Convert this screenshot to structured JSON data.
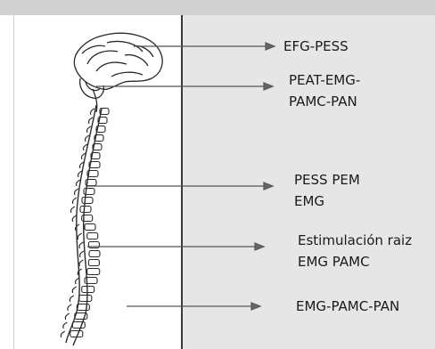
{
  "labels": [
    {
      "lines": [
        "EFG-PESS"
      ]
    },
    {
      "lines": [
        "PEAT-EMG-",
        "PAMC-PAN"
      ]
    },
    {
      "lines": [
        "PESS PEM",
        "EMG"
      ]
    },
    {
      "lines": [
        "Estimulación raiz",
        "EMG PAMC"
      ]
    },
    {
      "lines": [
        "EMG-PAMC-PAN"
      ]
    }
  ],
  "colors": {
    "line": "#555555",
    "arrow": "#666666",
    "spine_stroke": "#2a2a2a",
    "right_panel": "#e6e6e6",
    "top_band": "#d0d0d0"
  }
}
